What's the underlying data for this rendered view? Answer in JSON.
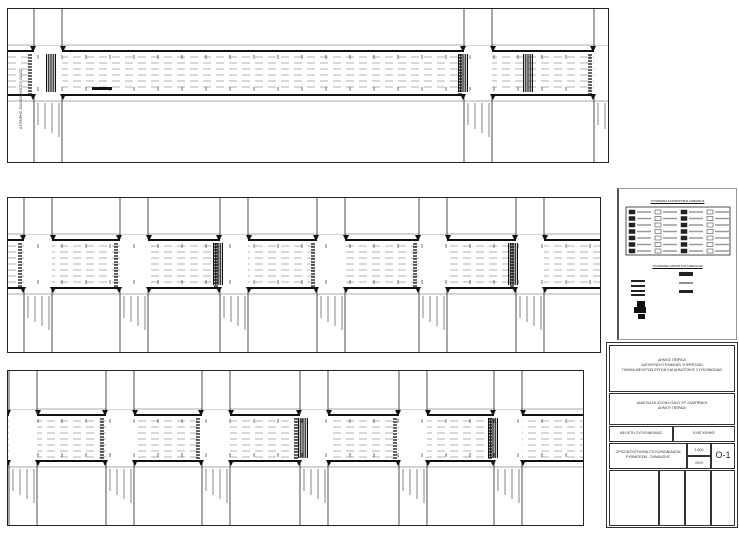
{
  "drawing": {
    "side_label": "ΑΓΡΑΦΗΣ ΠΑΛΑΙΟΛΟΓΟΥ ΟΔΟΣ",
    "panels": [
      "plan-section-1",
      "plan-section-2",
      "plan-section-3"
    ]
  },
  "title_block": {
    "client_lines": [
      "ΔΗΜΟΣ ΠΕΙΡΑΙΑ",
      "ΔΙΕΥΘΥΝΣΗ ΤΕΧΝΙΚΩΝ ΥΠΗΡΕΣΙΩΝ",
      "ΤΜΗΜΑ ΜΕΛΕΤΩΝ ΕΡΓΩΝ ΚΑΙ ΔΗΜΟΤΙΚΗΣ ΣΥΓΚΟΙΝΩΝΙΑΣ"
    ],
    "project_lines": [
      "ΑΝΑΠΛΑΣΗ ΑΞΟΝΑ ΟΔΟΥ ΓΡ. ΛΑΜΠΡΑΚΗ",
      "ΔΗΜΟΥ ΠΕΙΡΑΙΑ"
    ],
    "designer": "ΜΕΛΕΤΗ ΣΥΓΚΟΙΝΩΝΙΑΣ",
    "approved": "ΕΛΕΓΧΘΗΚΕ",
    "drawing_title_lines": [
      "ΟΡΙΖΟΝΤΙΟΓΡΑΦΙΑ ΣΥΓΚΟΙΝΩΝΙΑΚΩΝ",
      "ΡΥΘΜΙΣΕΩΝ - ΣΗΜΑΝΣΗΣ"
    ],
    "scale": "1:500",
    "date": "2019",
    "sheet_number": "O-1"
  },
  "legend": {
    "title": "ΥΠΟΜΝΗΜΑ ΚΑΤΑΚΟΡΥΦΗΣ ΣΗΜΑΝΣΗΣ",
    "subtitle": "ΥΠΟΜΝΗΜΑ ΟΡΙΖΟΝΤΙΑΣ ΣΗΜΑΝΣΗΣ"
  }
}
